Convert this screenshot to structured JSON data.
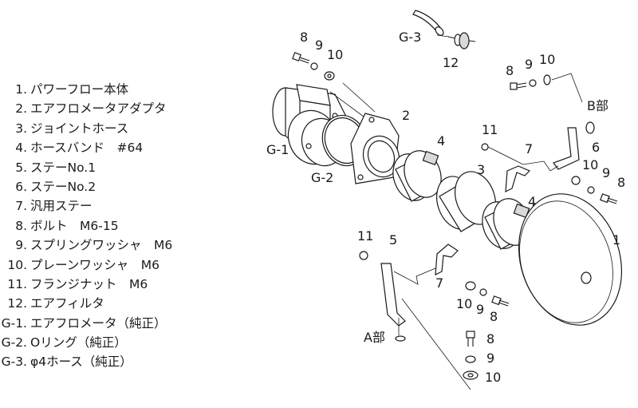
{
  "parts": [
    {
      "num": "1.",
      "name": "パワーフロー本体"
    },
    {
      "num": "2.",
      "name": "エアフロメータアダプタ"
    },
    {
      "num": "3.",
      "name": "ジョイントホース"
    },
    {
      "num": "4.",
      "name": "ホースバンド　#64"
    },
    {
      "num": "5.",
      "name": "ステーNo.1"
    },
    {
      "num": "6.",
      "name": "ステーNo.2"
    },
    {
      "num": "7.",
      "name": "汎用ステー"
    },
    {
      "num": "8.",
      "name": "ボルト　M6-15"
    },
    {
      "num": "9.",
      "name": "スプリングワッシャ　M6"
    },
    {
      "num": "10.",
      "name": "プレーンワッシャ　M6"
    },
    {
      "num": "11.",
      "name": "フランジナット　M6"
    },
    {
      "num": "12.",
      "name": "エアフィルタ"
    },
    {
      "num": "G-1.",
      "name": "エアフロメータ（純正）"
    },
    {
      "num": "G-2.",
      "name": "Oリング（純正）"
    },
    {
      "num": "G-3.",
      "name": "φ4ホース（純正）"
    }
  ],
  "callouts": {
    "g3": "G-3",
    "c12": "12",
    "c8_top": "8",
    "c9_top": "9",
    "c10_top": "10",
    "c8_right_top": "8",
    "c9_right_top": "9",
    "c10_right_top": "10",
    "b_part": "B部",
    "c2": "2",
    "g1": "G-1",
    "g2": "G-2",
    "c11_upper": "11",
    "c4_upper": "4",
    "c7_upper": "7",
    "c6": "6",
    "c3": "3",
    "c10_right_mid": "10",
    "c9_right_mid": "9",
    "c8_right_mid": "8",
    "c4_lower": "4",
    "c1": "1",
    "c11_lower": "11",
    "c5": "5",
    "c7_lower": "7",
    "c10_lower_mid": "10",
    "c9_lower_mid": "9",
    "c8_lower_mid": "8",
    "a_part": "A部",
    "c8_bottom": "8",
    "c9_bottom": "9",
    "c10_bottom": "10"
  }
}
